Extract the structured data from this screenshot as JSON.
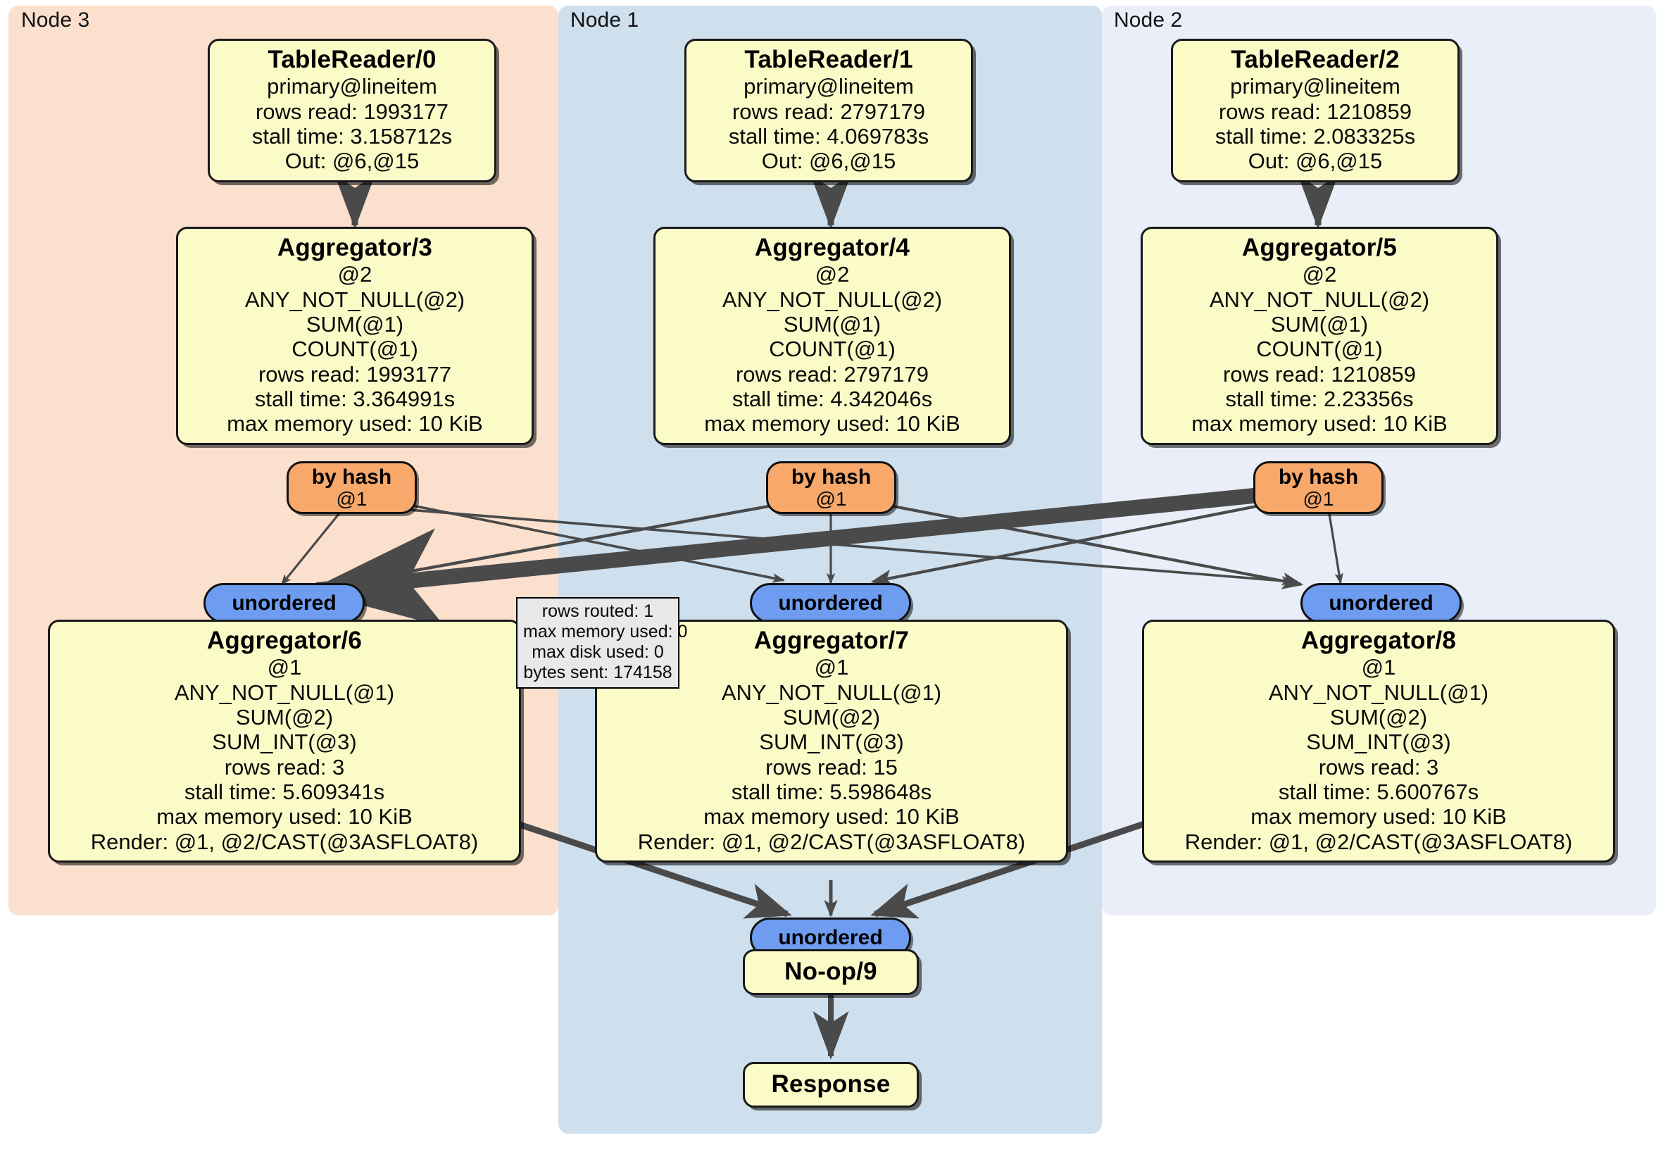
{
  "panels": [
    {
      "label": "Node 3",
      "color": "#fbe0ce"
    },
    {
      "label": "Node 1",
      "color": "#cedfed"
    },
    {
      "label": "Node 2",
      "color": "#e9eef8"
    }
  ],
  "table_readers": [
    {
      "title": "TableReader/0",
      "table": "primary@lineitem",
      "rows_read": "rows read: 1993177",
      "stall_time": "stall time: 3.158712s",
      "out": "Out: @6,@15"
    },
    {
      "title": "TableReader/1",
      "table": "primary@lineitem",
      "rows_read": "rows read: 2797179",
      "stall_time": "stall time: 4.069783s",
      "out": "Out: @6,@15"
    },
    {
      "title": "TableReader/2",
      "table": "primary@lineitem",
      "rows_read": "rows read: 1210859",
      "stall_time": "stall time: 2.083325s",
      "out": "Out: @6,@15"
    }
  ],
  "aggregators_upper": [
    {
      "title": "Aggregator/3",
      "group": "@2",
      "agg1": "ANY_NOT_NULL(@2)",
      "agg2": "SUM(@1)",
      "agg3": "COUNT(@1)",
      "rows_read": "rows read: 1993177",
      "stall_time": "stall time: 3.364991s",
      "max_memory": "max memory used: 10 KiB"
    },
    {
      "title": "Aggregator/4",
      "group": "@2",
      "agg1": "ANY_NOT_NULL(@2)",
      "agg2": "SUM(@1)",
      "agg3": "COUNT(@1)",
      "rows_read": "rows read: 2797179",
      "stall_time": "stall time: 4.342046s",
      "max_memory": "max memory used: 10 KiB"
    },
    {
      "title": "Aggregator/5",
      "group": "@2",
      "agg1": "ANY_NOT_NULL(@2)",
      "agg2": "SUM(@1)",
      "agg3": "COUNT(@1)",
      "rows_read": "rows read: 1210859",
      "stall_time": "stall time: 2.23356s",
      "max_memory": "max memory used: 10 KiB"
    }
  ],
  "aggregators_lower": [
    {
      "title": "Aggregator/6",
      "group": "@1",
      "agg1": "ANY_NOT_NULL(@1)",
      "agg2": "SUM(@2)",
      "agg3": "SUM_INT(@3)",
      "rows_read": "rows read: 3",
      "stall_time": "stall time: 5.609341s",
      "max_memory": "max memory used: 10 KiB",
      "render": "Render: @1, @2/CAST(@3ASFLOAT8)"
    },
    {
      "title": "Aggregator/7",
      "group": "@1",
      "agg1": "ANY_NOT_NULL(@1)",
      "agg2": "SUM(@2)",
      "agg3": "SUM_INT(@3)",
      "rows_read": "rows read: 15",
      "stall_time": "stall time: 5.598648s",
      "max_memory": "max memory used: 10 KiB",
      "render": "Render: @1, @2/CAST(@3ASFLOAT8)"
    },
    {
      "title": "Aggregator/8",
      "group": "@1",
      "agg1": "ANY_NOT_NULL(@1)",
      "agg2": "SUM(@2)",
      "agg3": "SUM_INT(@3)",
      "rows_read": "rows read: 3",
      "stall_time": "stall time: 5.600767s",
      "max_memory": "max memory used: 10 KiB",
      "render": "Render: @1, @2/CAST(@3ASFLOAT8)"
    }
  ],
  "hash_routers": [
    {
      "label": "by hash",
      "column": "@1"
    },
    {
      "label": "by hash",
      "column": "@1"
    },
    {
      "label": "by hash",
      "column": "@1"
    }
  ],
  "unordered_synchronizers": [
    {
      "label": "unordered"
    },
    {
      "label": "unordered"
    },
    {
      "label": "unordered"
    },
    {
      "label": "unordered"
    }
  ],
  "stats_tooltip": {
    "rows_routed": "rows routed: 1",
    "max_memory_used": "max memory used: 0",
    "max_disk_used": "max disk used: 0",
    "bytes_sent": "bytes sent: 174158"
  },
  "terminal_nodes": {
    "noop": "No-op/9",
    "response": "Response"
  },
  "colors": {
    "op_fill": "#fbfbc8",
    "hash_fill": "#f7a86a",
    "unordered_fill": "#6d9cf0",
    "tooltip_fill": "#e9e9e9",
    "edge": "#4a4a4a",
    "panel_node3": "#fbe0ce",
    "panel_node1": "#cedfed",
    "panel_node2": "#e9eef8"
  }
}
